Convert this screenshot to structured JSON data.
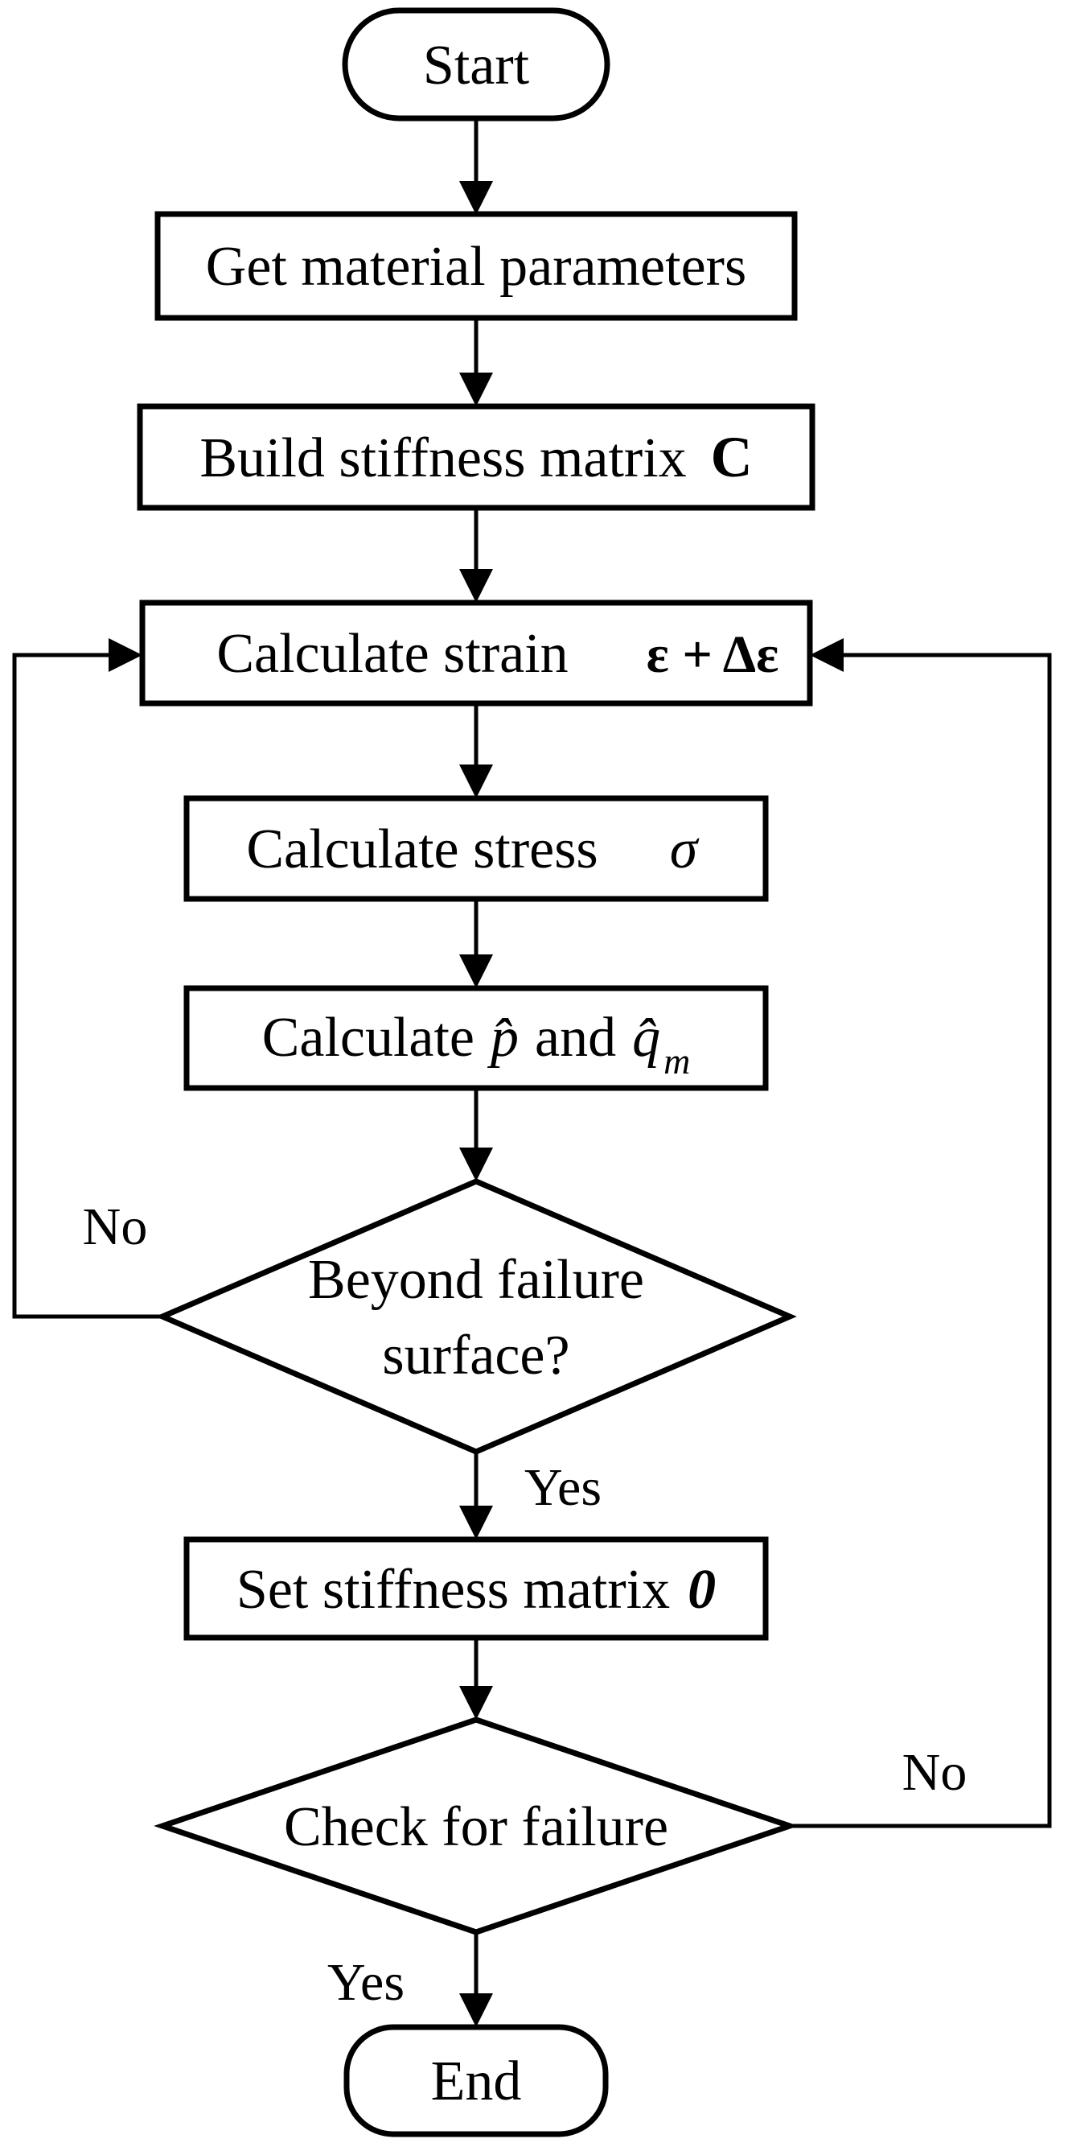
{
  "flowchart": {
    "colors": {
      "stroke": "#000000",
      "fill": "#ffffff",
      "background": "#ffffff"
    },
    "nodes": {
      "start": {
        "label": "Start"
      },
      "get_params": {
        "label": "Get material parameters"
      },
      "build_stiffness": {
        "label": "Build stiffness matrix",
        "symbol": "C"
      },
      "calc_strain": {
        "label": "Calculate strain",
        "formula": "ε + Δε"
      },
      "calc_stress": {
        "label": "Calculate stress",
        "symbol": "σ"
      },
      "calc_pq": {
        "prefix": "Calculate",
        "p_hat": "p̂",
        "conjunction": "and",
        "q_hat": "q̂",
        "q_subscript": "m"
      },
      "beyond_failure": {
        "line1": "Beyond failure",
        "line2": "surface?"
      },
      "set_stiffness": {
        "label": "Set stiffness matrix",
        "symbol": "0"
      },
      "check_failure": {
        "label": "Check for failure"
      },
      "end": {
        "label": "End"
      }
    },
    "edge_labels": {
      "beyond_failure_no": "No",
      "beyond_failure_yes": "Yes",
      "check_failure_no": "No",
      "check_failure_yes": "Yes"
    }
  }
}
